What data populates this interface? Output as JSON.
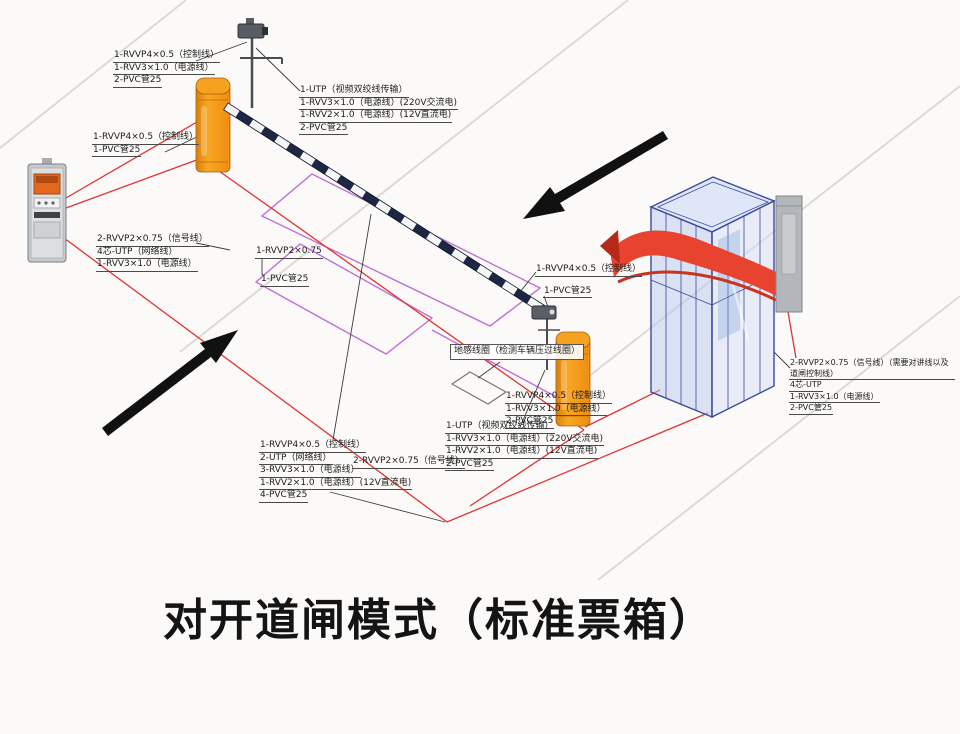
{
  "title": "对开道闸模式（标准票箱）",
  "colors": {
    "barrier_orange": "#f0921e",
    "canopy_red": "#e8432e",
    "wiring_red": "#e23333",
    "island_purple": "#bf6fd8",
    "booth_outline": "#3b4a9f",
    "arrow_black": "#111111",
    "title_color": "#141414"
  },
  "labels": {
    "camera1": [
      "1-RVVP4×0.5（控制线）",
      "1-RVV3×1.0（电源线）",
      "2-PVC管25"
    ],
    "gate1": [
      "1-RVVP4×0.5（控制线）",
      "1-PVC管25"
    ],
    "camera1_right": [
      "1-UTP（视频双绞线传输）",
      "1-RVV3×1.0（电源线）(220V交流电)",
      "1-RVV2×1.0（电源线）(12V直流电)",
      "2-PVC管25"
    ],
    "dispenser": [
      "2-RVVP2×0.75（信号线）",
      "4芯-UTP（网络线）",
      "1-RVV3×1.0（电源线）"
    ],
    "mid_control": "1-RVVP2×0.75",
    "mid_pvc": "1-PVC管25",
    "gate2_top": [
      "1-RVVP4×0.5（控制线）",
      "1-PVC管25"
    ],
    "ground_loop": "地感线圈（检测车辆压过线圈）",
    "gate2_bottom": [
      "1-RVVP4×0.5（控制线）",
      "1-RVV3×1.0（电源线）",
      "2-PVC管25"
    ],
    "camera2": [
      "1-UTP（视频双绞线传输）",
      "1-RVV3×1.0（电源线）(220V交流电)",
      "1-RVV2×1.0（电源线）(12V直流电)",
      "2-PVC管25"
    ],
    "exit_bundle": [
      "1-RVVP4×0.5（控制线）",
      "2-UTP（网络线）",
      "3-RVV3×1.0（电源线）",
      "1-RVV2×1.0（电源线）(12V直流电)",
      "4-PVC管25"
    ],
    "exit_signal": "2-RVVP2×0.75（信号线）",
    "booth": [
      "2-RVVP2×0.75（信号线）（需要对讲线以及道闸控制线）",
      "4芯-UTP",
      "1-RVV3×1.0（电源线）",
      "2-PVC管25"
    ]
  }
}
